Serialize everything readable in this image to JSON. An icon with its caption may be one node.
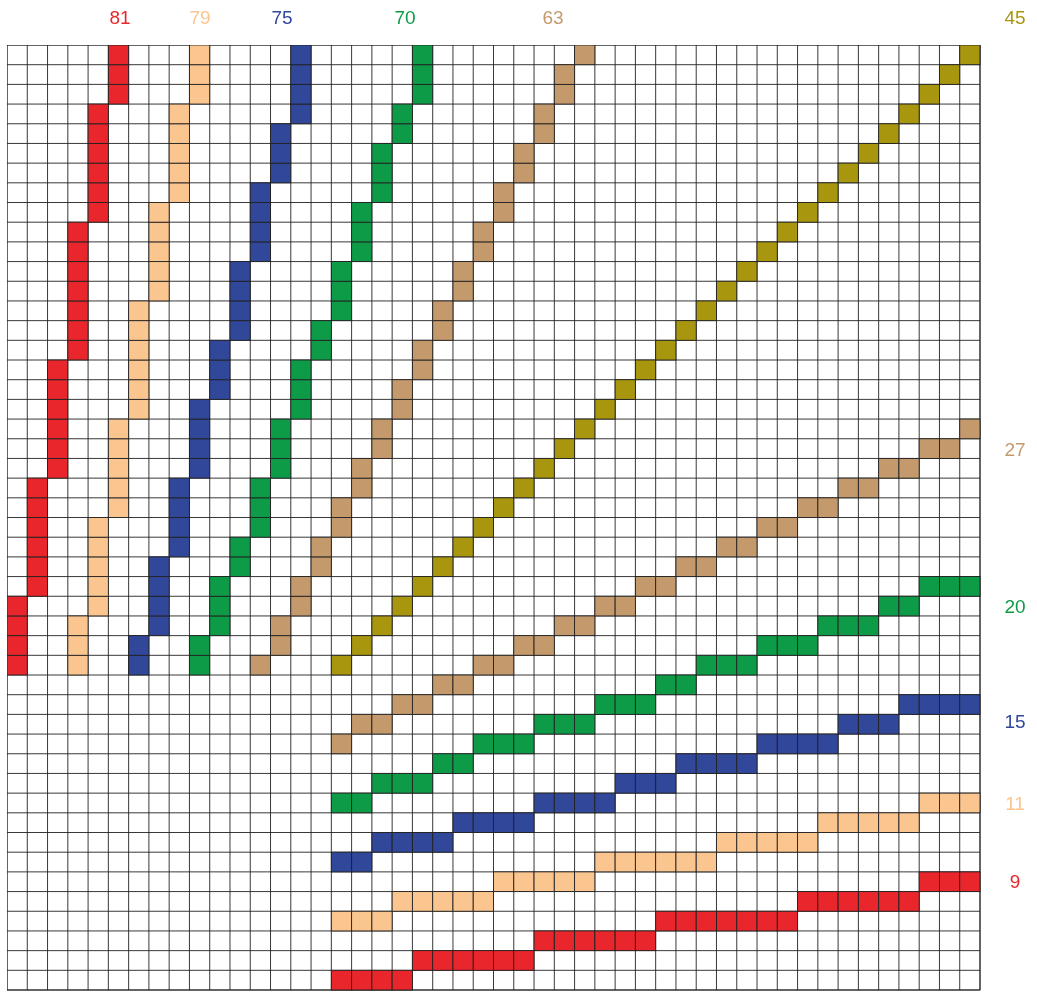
{
  "diagram": {
    "labels": [
      "81",
      "79",
      "75",
      "70",
      "63",
      "45",
      "27",
      "20",
      "15",
      "11",
      "9"
    ]
  }
}
